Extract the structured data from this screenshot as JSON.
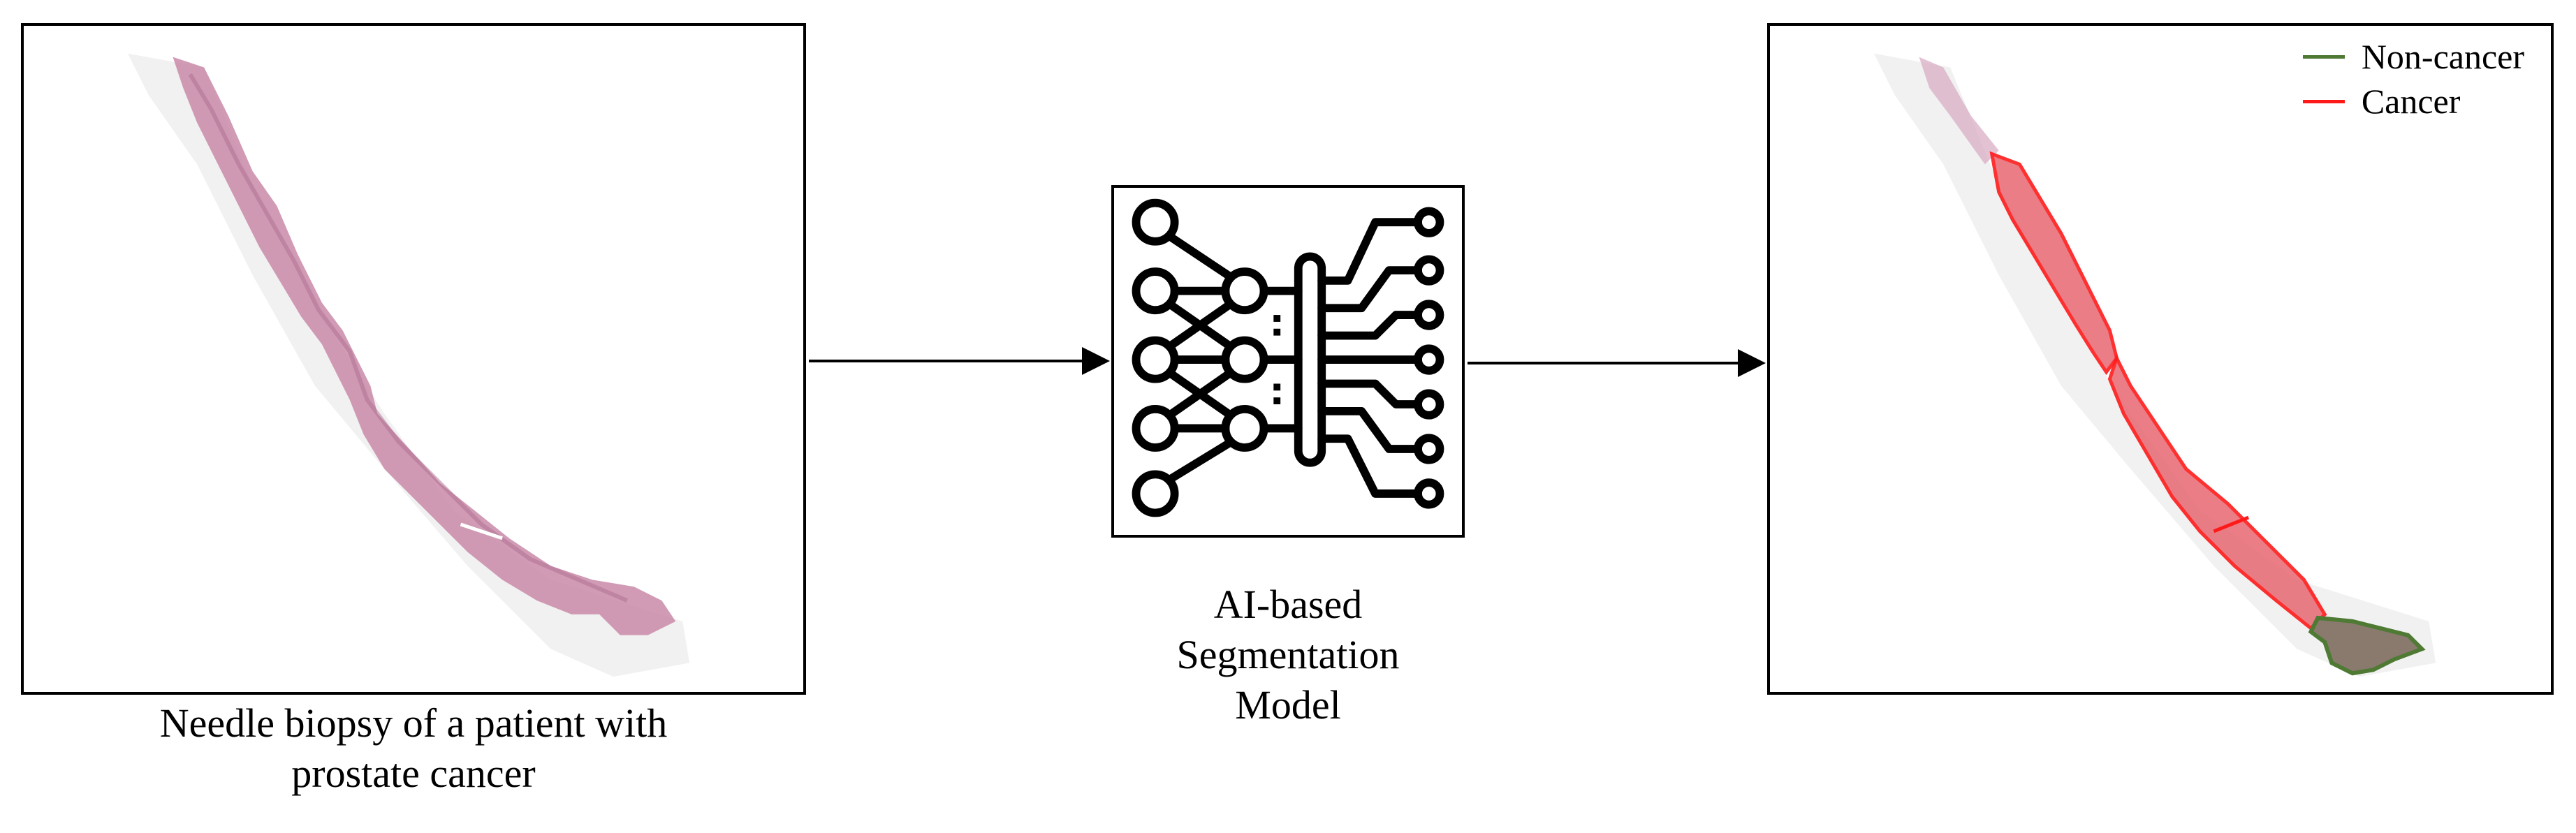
{
  "input_panel": {
    "caption_line1": "Needle biopsy of a patient with",
    "caption_line2": "prostate cancer"
  },
  "model_panel": {
    "icon": "neural-network-chip-icon",
    "caption_line1": "AI-based",
    "caption_line2": "Segmentation",
    "caption_line3": "Model"
  },
  "output_panel": {
    "legend": [
      {
        "label": "Non-cancer",
        "color": "#4f7a34"
      },
      {
        "label": "Cancer",
        "color": "#ff1a1a"
      }
    ]
  },
  "colors": {
    "tissue": "#c98aa8",
    "tissue_light": "#ead3df",
    "cancer_fill": "#e8707a",
    "noncancer_fill": "#8a7a6e"
  }
}
